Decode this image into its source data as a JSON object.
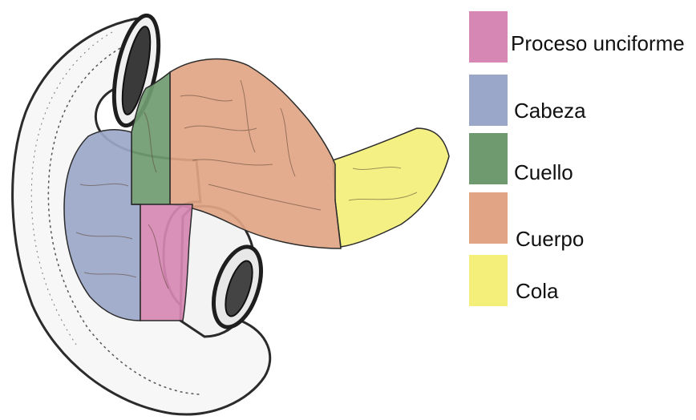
{
  "colors": {
    "proceso_unciforme": "#d687b3",
    "cabeza": "#9aa7c8",
    "cuello": "#6f9a70",
    "cuerpo": "#e1a585",
    "cola": "#f4ef7a",
    "outline": "#2b2b2b",
    "duodenum": "#f7f7f7"
  },
  "legend": [
    {
      "label": "Proceso unciforme",
      "color": "#d687b3"
    },
    {
      "label": "Cabeza",
      "color": "#9aa7c8"
    },
    {
      "label": "Cuello",
      "color": "#6f9a70"
    },
    {
      "label": "Cuerpo",
      "color": "#e1a585"
    },
    {
      "label": "Cola",
      "color": "#f4ef7a"
    }
  ]
}
